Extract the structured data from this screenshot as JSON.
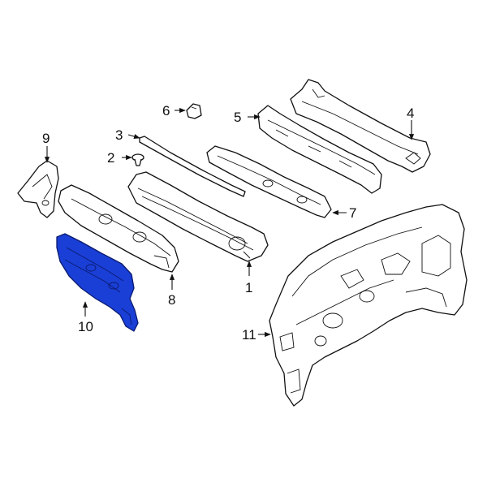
{
  "callouts": {
    "c1": "1",
    "c2": "2",
    "c3": "3",
    "c4": "4",
    "c5": "5",
    "c6": "6",
    "c7": "7",
    "c8": "8",
    "c9": "9",
    "c10": "10",
    "c11": "11"
  },
  "colors": {
    "highlight": "#1a3fd6",
    "line": "#111111",
    "background": "#ffffff"
  },
  "highlighted_part": "10"
}
